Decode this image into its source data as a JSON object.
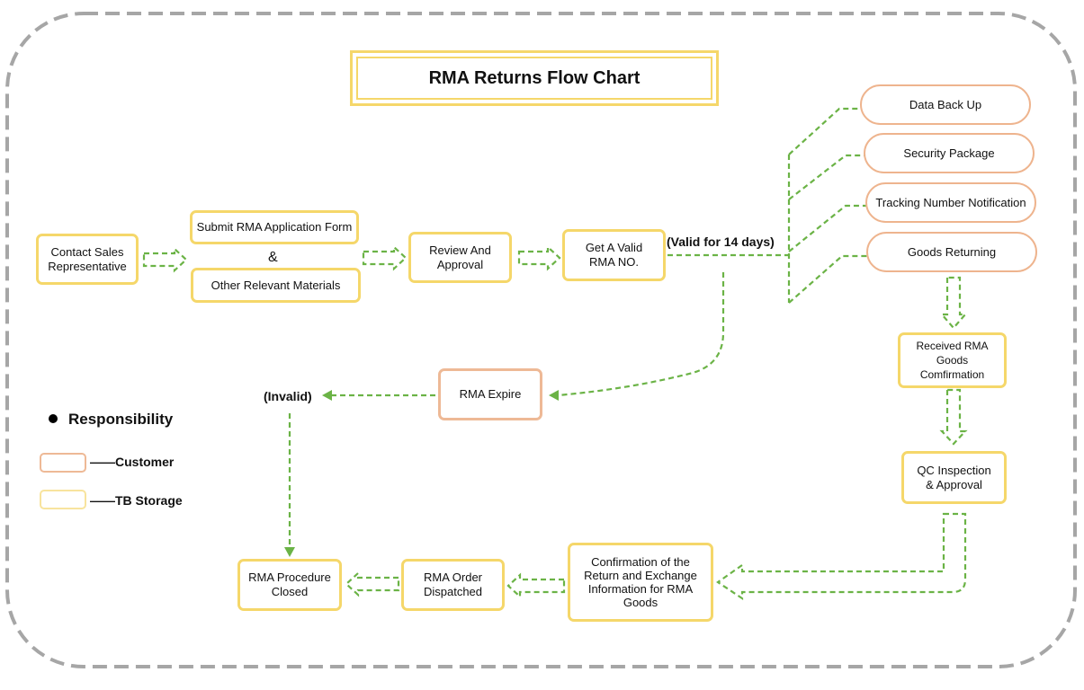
{
  "title": "RMA Returns Flow Chart",
  "nodes": {
    "contact_sales": "Contact Sales\nRepresentative",
    "submit_form": "Submit RMA Application Form",
    "ampersand": "&",
    "other_materials": "Other Relevant Materials",
    "review": "Review And\nApproval",
    "valid_rma": "Get A Valid\nRMA NO.",
    "valid_label": "(Valid for 14 days)",
    "data_backup": "Data Back Up",
    "security_package": "Security Package",
    "tracking_notification": "Tracking Number Notification",
    "goods_returning": "Goods Returning",
    "received_confirmation": "Received RMA\nGoods Comfirmation",
    "qc_inspection": "QC Inspection\n& Approval",
    "confirmation_info": "Confirmation of the\nReturn and Exchange\nInformation for RMA\nGoods",
    "order_dispatched": "RMA Order\nDispatched",
    "procedure_closed": "RMA  Procedure\nClosed",
    "rma_expire": "RMA Expire",
    "invalid_label": "(Invalid)"
  },
  "legend": {
    "heading": "Responsibility",
    "customer": "——Customer",
    "storage": "——TB Storage"
  },
  "colors": {
    "customer_border": "#eeb996",
    "storage_border": "#f5d76a",
    "arrow": "#6bb346",
    "frame": "#a6a6a6"
  }
}
